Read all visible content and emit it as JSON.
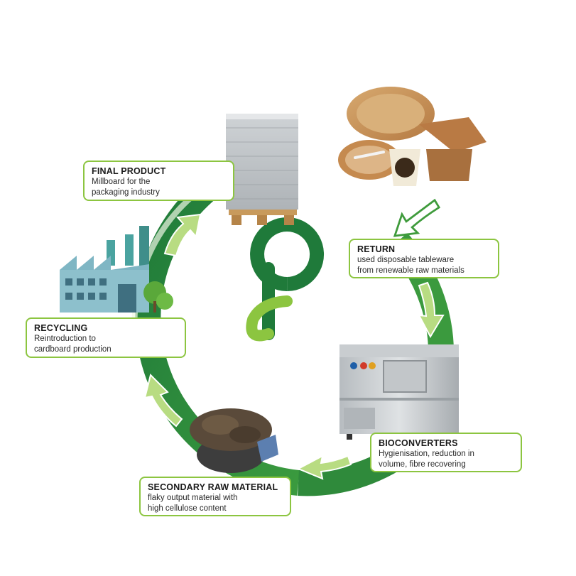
{
  "stages": {
    "final_product": {
      "title": "FINAL PRODUCT",
      "line1": "Millboard for the",
      "line2": "packaging industry"
    },
    "return": {
      "title": "RETURN",
      "line1": "used disposable tableware",
      "line2": "from renewable raw materials"
    },
    "recycling": {
      "title": "RECYCLING",
      "line1": "Reintroduction to",
      "line2": "cardboard production"
    },
    "bioconverters": {
      "title": "BIOCONVERTERS",
      "line1": "Hygienisation, reduction in",
      "line2": "volume, fibre recovering"
    },
    "secondary": {
      "title": "SECONDARY RAW MATERIAL",
      "line1": "flaky output material with",
      "line2": "high cellulose content"
    }
  },
  "colors": {
    "dark_green": "#1f7a3a",
    "mid_green": "#3f9b3c",
    "light_green": "#8cc540",
    "card_border": "#8cc540"
  },
  "icons": [
    "millboard-stack-icon",
    "tableware-icon",
    "factory-icon",
    "bioconverter-machine-icon",
    "fibre-in-hands-icon",
    "logo-icon"
  ]
}
